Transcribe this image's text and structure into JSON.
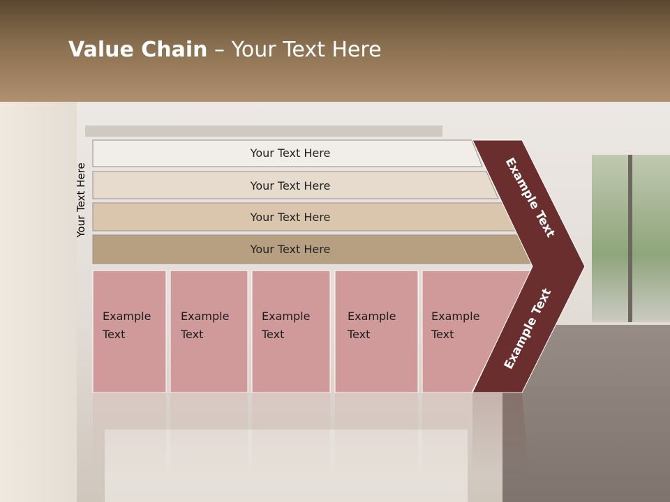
{
  "slide": {
    "title_bold": "Value Chain",
    "title_rest": " – Your Text Here",
    "side_label": "Your Text Here"
  },
  "bars": [
    {
      "label": "Your Text Here",
      "color": "#f1ede8"
    },
    {
      "label": "Your Text Here",
      "color": "#e6dbcd"
    },
    {
      "label": "Your Text Here",
      "color": "#d9c6ad"
    },
    {
      "label": "Your Text Here",
      "color": "#b79f82"
    }
  ],
  "boxes": [
    {
      "line1": "Example",
      "line2": "Text"
    },
    {
      "line1": "Example",
      "line2": "Text"
    },
    {
      "line1": "Example",
      "line2": "Text"
    },
    {
      "line1": "Example",
      "line2": "Text"
    },
    {
      "line1": "Example",
      "line2": "Text"
    }
  ],
  "box_color": "#d09a9b",
  "chevron": {
    "upper_label": "Example Text",
    "lower_label": "Example Text",
    "color": "#6a2e2e"
  }
}
